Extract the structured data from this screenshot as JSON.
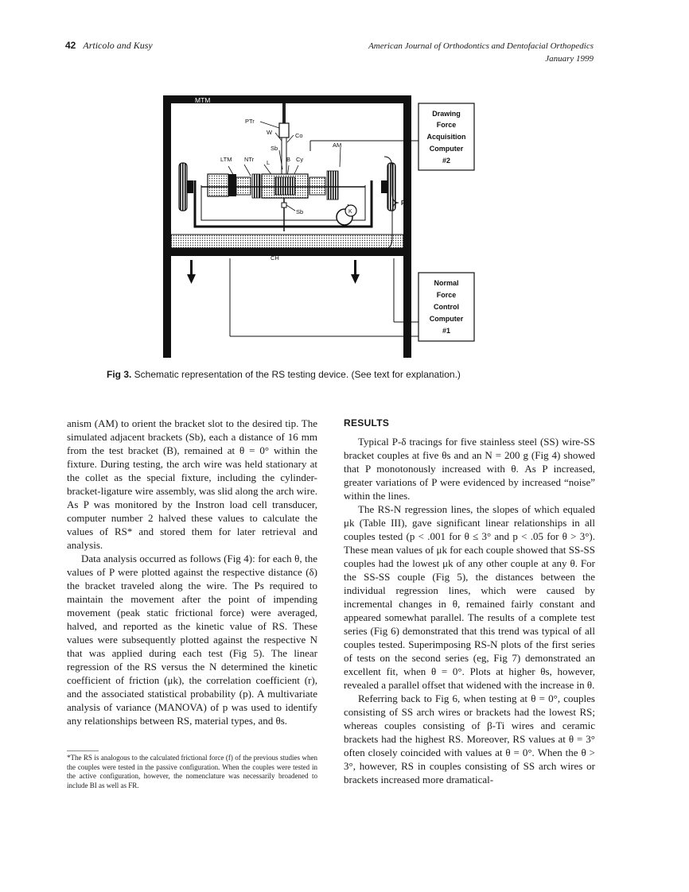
{
  "header": {
    "page_number": "42",
    "authors": "Articolo and Kusy",
    "journal": "American Journal of Orthodontics and Dentofacial Orthopedics",
    "date": "January 1999"
  },
  "figure": {
    "labels": {
      "mtm": "MTM",
      "ptr": "PTr",
      "w": "W",
      "co": "Co",
      "sb_top": "Sb",
      "am": "AM",
      "ltm": "LTM",
      "ntr": "NTr",
      "l": "L",
      "b": "B",
      "cy": "Cy",
      "sb_bottom": "Sb",
      "k": "K",
      "ch": "CH",
      "fx": "Fx"
    },
    "box_top": [
      "Drawing",
      "Force",
      "Acquisition",
      "Computer",
      "#2"
    ],
    "box_bottom": [
      "Normal",
      "Force",
      "Control",
      "Computer",
      "#1"
    ]
  },
  "caption": {
    "label": "Fig 3.",
    "text": " Schematic representation of the RS testing device. (See text for explanation.)"
  },
  "left_column": {
    "paragraphs": [
      "anism (AM) to orient the bracket slot to the desired tip. The simulated adjacent brackets (Sb), each a distance of 16 mm from the test bracket (B), remained at θ = 0° within the fixture. During testing, the arch wire was held stationary at the collet as the special fixture, including the cylinder-bracket-ligature wire assembly, was slid along the arch wire. As P was monitored by the Instron load cell transducer, computer number 2 halved these values to calculate the values of RS* and stored them for later retrieval and analysis.",
      "Data analysis occurred as follows (Fig 4): for each θ, the values of P were plotted against the respective distance (δ) the bracket traveled along the wire. The Ps required to maintain the movement after the point of impending movement (peak static frictional force) were averaged, halved, and reported as the kinetic value of RS. These values were subsequently plotted against the respective N that was applied during each test (Fig 5). The linear regression of the RS versus the N determined the kinetic coefficient of friction (μk), the correlation coefficient (r), and the associated statistical probability (p). A multivariate analysis of variance (MANOVA) of p was used to identify any relationships between RS, material types, and θs."
    ]
  },
  "footnote": "*The RS is analogous to the calculated frictional force (f) of the previous studies when the couples were tested in the passive configuration. When the couples were tested in the active configuration, however, the nomenclature was necessarily broadened to include BI as well as FR.",
  "right_column": {
    "heading": "RESULTS",
    "paragraphs": [
      "Typical P-δ tracings for five stainless steel (SS) wire-SS bracket couples at five θs and an N = 200 g (Fig 4) showed that P monotonously increased with θ. As P increased, greater variations of P were evidenced by increased “noise” within the lines.",
      "The RS-N regression lines, the slopes of which equaled μk (Table III), gave significant linear relationships in all couples tested (p < .001 for θ ≤ 3° and p < .05 for θ > 3°). These mean values of μk for each couple showed that SS-SS couples had the lowest μk of any other couple at any θ. For the SS-SS couple (Fig 5), the distances between the individual regression lines, which were caused by incremental changes in θ, remained fairly constant and appeared somewhat parallel. The results of a complete test series (Fig 6) demonstrated that this trend was typical of all couples tested. Superimposing RS-N plots of the first series of tests on the second series (eg, Fig 7) demonstrated an excellent fit, when θ = 0°. Plots at higher θs, however, revealed a parallel offset that widened with the increase in θ.",
      "Referring back to Fig 6, when testing at θ = 0°, couples consisting of SS arch wires or brackets had the lowest RS; whereas couples consisting of β-Ti wires and ceramic brackets had the highest RS. Moreover, RS values at θ = 3° often closely coincided with values at θ = 0°. When the θ > 3°, however, RS in couples consisting of SS arch wires or brackets increased more dramatical-"
    ]
  }
}
